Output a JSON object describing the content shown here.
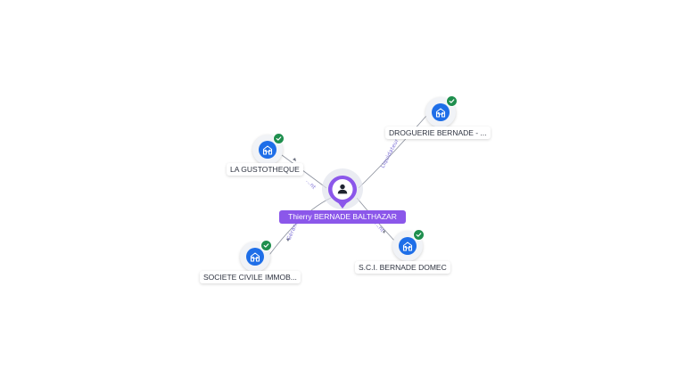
{
  "person": {
    "name": "Thierry BERNADE BALTHAZAR",
    "icon": "user-icon",
    "color": "#8b57ea"
  },
  "companies": [
    {
      "id": "la-gustotheque",
      "label": "LA GUSTOTHEQUE",
      "icon": "building-icon",
      "status_icon": "check-icon"
    },
    {
      "id": "droguerie-bernade",
      "label": "DROGUERIE BERNADE - ...",
      "icon": "building-icon",
      "status_icon": "check-icon"
    },
    {
      "id": "societe-civile-immob",
      "label": "SOCIETE CIVILE IMMOB...",
      "icon": "building-icon",
      "status_icon": "check-icon"
    },
    {
      "id": "sci-bernade-domec",
      "label": "S.C.I. BERNADE DOMEC",
      "icon": "building-icon",
      "status_icon": "check-icon"
    }
  ],
  "edges": [
    {
      "to": "la-gustotheque",
      "label": "...nt"
    },
    {
      "to": "droguerie-bernade",
      "label": "Liquidateur"
    },
    {
      "to": "societe-civile-immob",
      "label": "Gérant"
    },
    {
      "to": "sci-bernade-domec",
      "label": "...nt"
    }
  ],
  "colors": {
    "company_disc": "#1e6ee8",
    "check_badge": "#1f8f4e",
    "edge_label": "#7c6fd6"
  }
}
